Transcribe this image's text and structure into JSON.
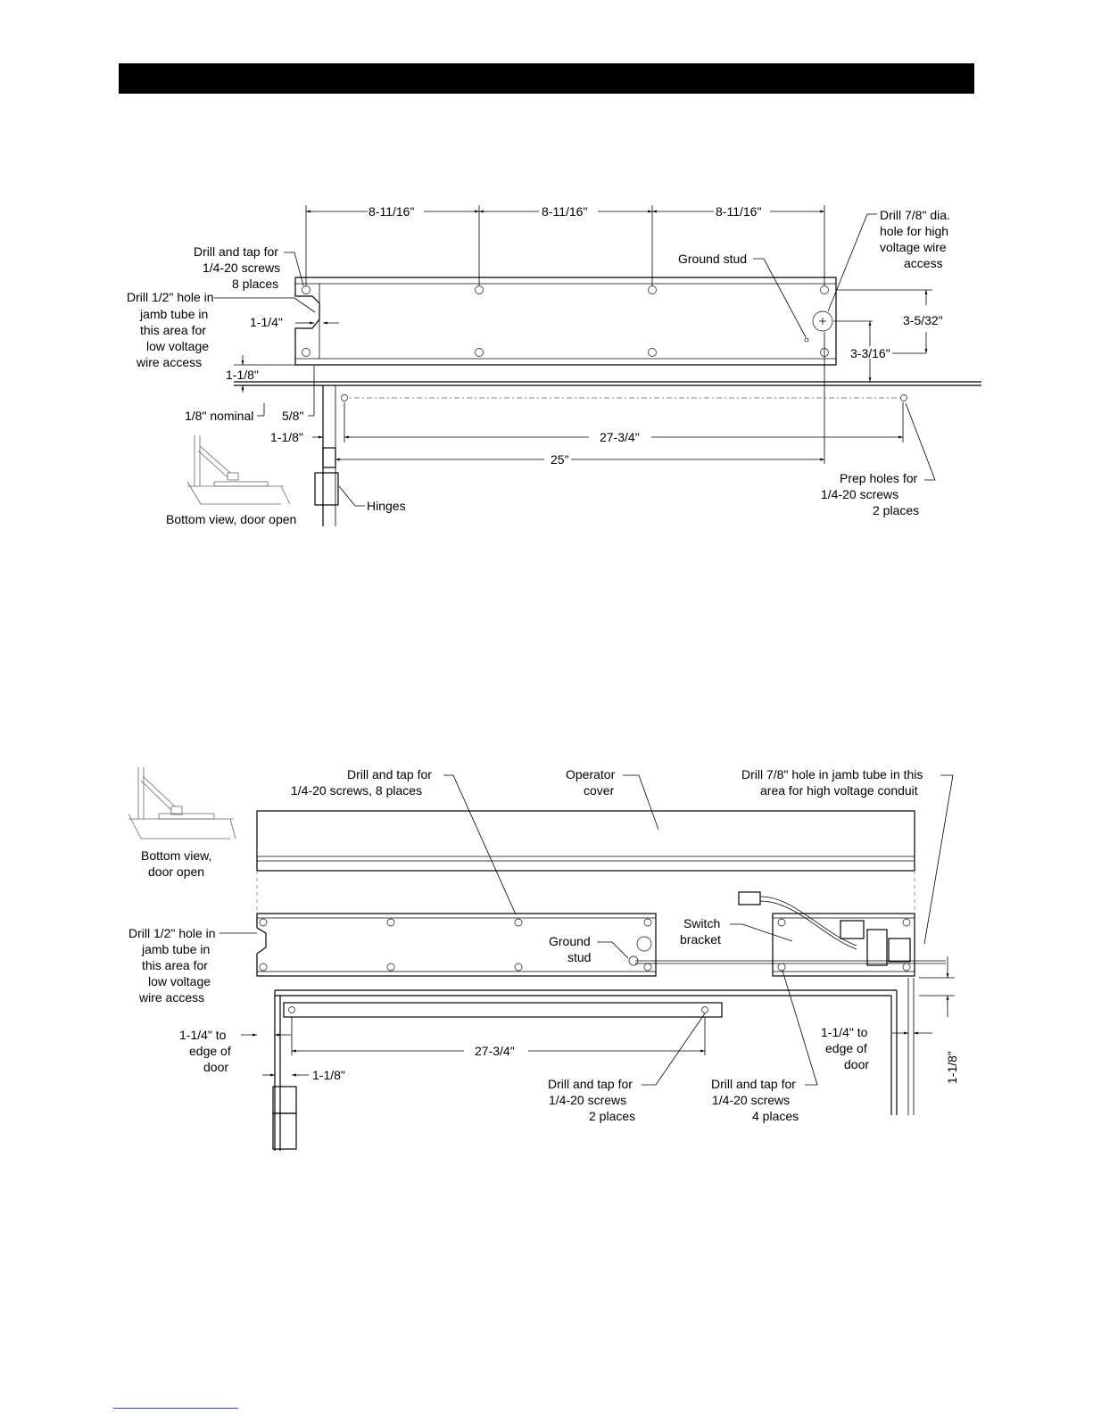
{
  "header": {
    "title": ""
  },
  "diagram1": {
    "dim_top_1": "8-11/16\"",
    "dim_top_2": "8-11/16\"",
    "dim_top_3": "8-11/16\"",
    "drill_tap_8": [
      "Drill and tap for",
      "1/4-20  screws",
      "8 places"
    ],
    "drill_half": [
      "Drill 1/2\" hole in",
      "jamb tube in",
      "this area for",
      "low voltage",
      "wire  access"
    ],
    "drill_78": [
      "Drill 7/8\" dia.",
      "hole for high",
      "voltage wire",
      "access"
    ],
    "ground_stud": "Ground stud",
    "dim_1_1_4": "1-1/4\"",
    "dim_1_1_8_a": "1-1/8\"",
    "dim_1_8_nominal": "1/8\" nominal",
    "dim_5_8": "5/8\"",
    "dim_1_1_8_b": "1-1/8\"",
    "dim_3_5_32": "3-5/32\"",
    "dim_3_3_16": "3-3/16\"",
    "dim_27_3_4": "27-3/4\"",
    "dim_25": "25\"",
    "prep_holes": [
      "Prep holes for",
      "1/4-20  screws",
      "2 places"
    ],
    "hinges": "Hinges",
    "bottom_view": "Bottom view, door open"
  },
  "diagram2": {
    "drill_tap_8": [
      "Drill and tap for",
      "1/4-20  screws,  8  places"
    ],
    "operator_cover": [
      "Operator",
      "cover"
    ],
    "drill_78": [
      "Drill 7/8\" hole in jamb tube in this",
      "area for high voltage conduit"
    ],
    "bottom_view": [
      "Bottom  view,",
      "door open"
    ],
    "drill_half": [
      "Drill 1/2\" hole in",
      "jamb tube in",
      "this area for",
      "low voltage",
      "wire  access"
    ],
    "switch_bracket": [
      "Switch",
      "bracket"
    ],
    "ground_stud": [
      "Ground",
      "stud"
    ],
    "edge_left": [
      "1-1/4\"  to",
      "edge  of",
      "door"
    ],
    "edge_right": [
      "1-1/4\"  to",
      "edge  of",
      "door"
    ],
    "dim_27_3_4": "27-3/4\"",
    "dim_1_1_8": "1-1/8\"",
    "dim_1_1_8_vert": "1-1/8\"",
    "drill_tap_2": [
      "Drill and tap for",
      "1/4-20  screws",
      "2  places"
    ],
    "drill_tap_4": [
      "Drill and tap for",
      "1/4-20  screws",
      "4  places"
    ]
  }
}
